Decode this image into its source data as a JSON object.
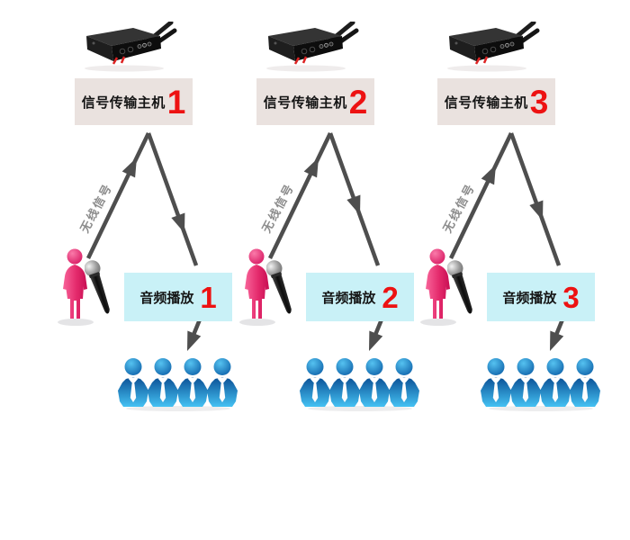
{
  "colors": {
    "host_box_bg": "#eae2df",
    "audio_box_bg": "#c9f1f7",
    "number_red": "#ed1212",
    "arrow_gray": "#4e4e4e",
    "wireless_text": "#8c8c8c",
    "label_text": "#141414",
    "audience_blue": "#1b87cc",
    "speaker_pink": "#e73372",
    "device_black": "#111111"
  },
  "icons": {
    "transmitter-device-icon": "black signal box with two antennas (inline SVG shape)",
    "speaker-person-icon": "pink standing presenter figure (inline SVG shape)",
    "microphone-icon": "handheld wireless microphone (inline SVG shape)",
    "audience-group-icon": "four blue person silhouettes with ties (inline SVG shape)",
    "wireless-signal-arrow": "long diagonal gray arrow",
    "playback-arrow": "short gray arrow pointing down to audience"
  },
  "columns": [
    {
      "host_label": "信号传输主机",
      "host_number": "1",
      "wireless_label": "无线信号",
      "audio_label": "音频播放",
      "audio_number": "1"
    },
    {
      "host_label": "信号传输主机",
      "host_number": "2",
      "wireless_label": "无线信号",
      "audio_label": "音频播放",
      "audio_number": "2"
    },
    {
      "host_label": "信号传输主机",
      "host_number": "3",
      "wireless_label": "无线信号",
      "audio_label": "音频播放",
      "audio_number": "3"
    }
  ]
}
